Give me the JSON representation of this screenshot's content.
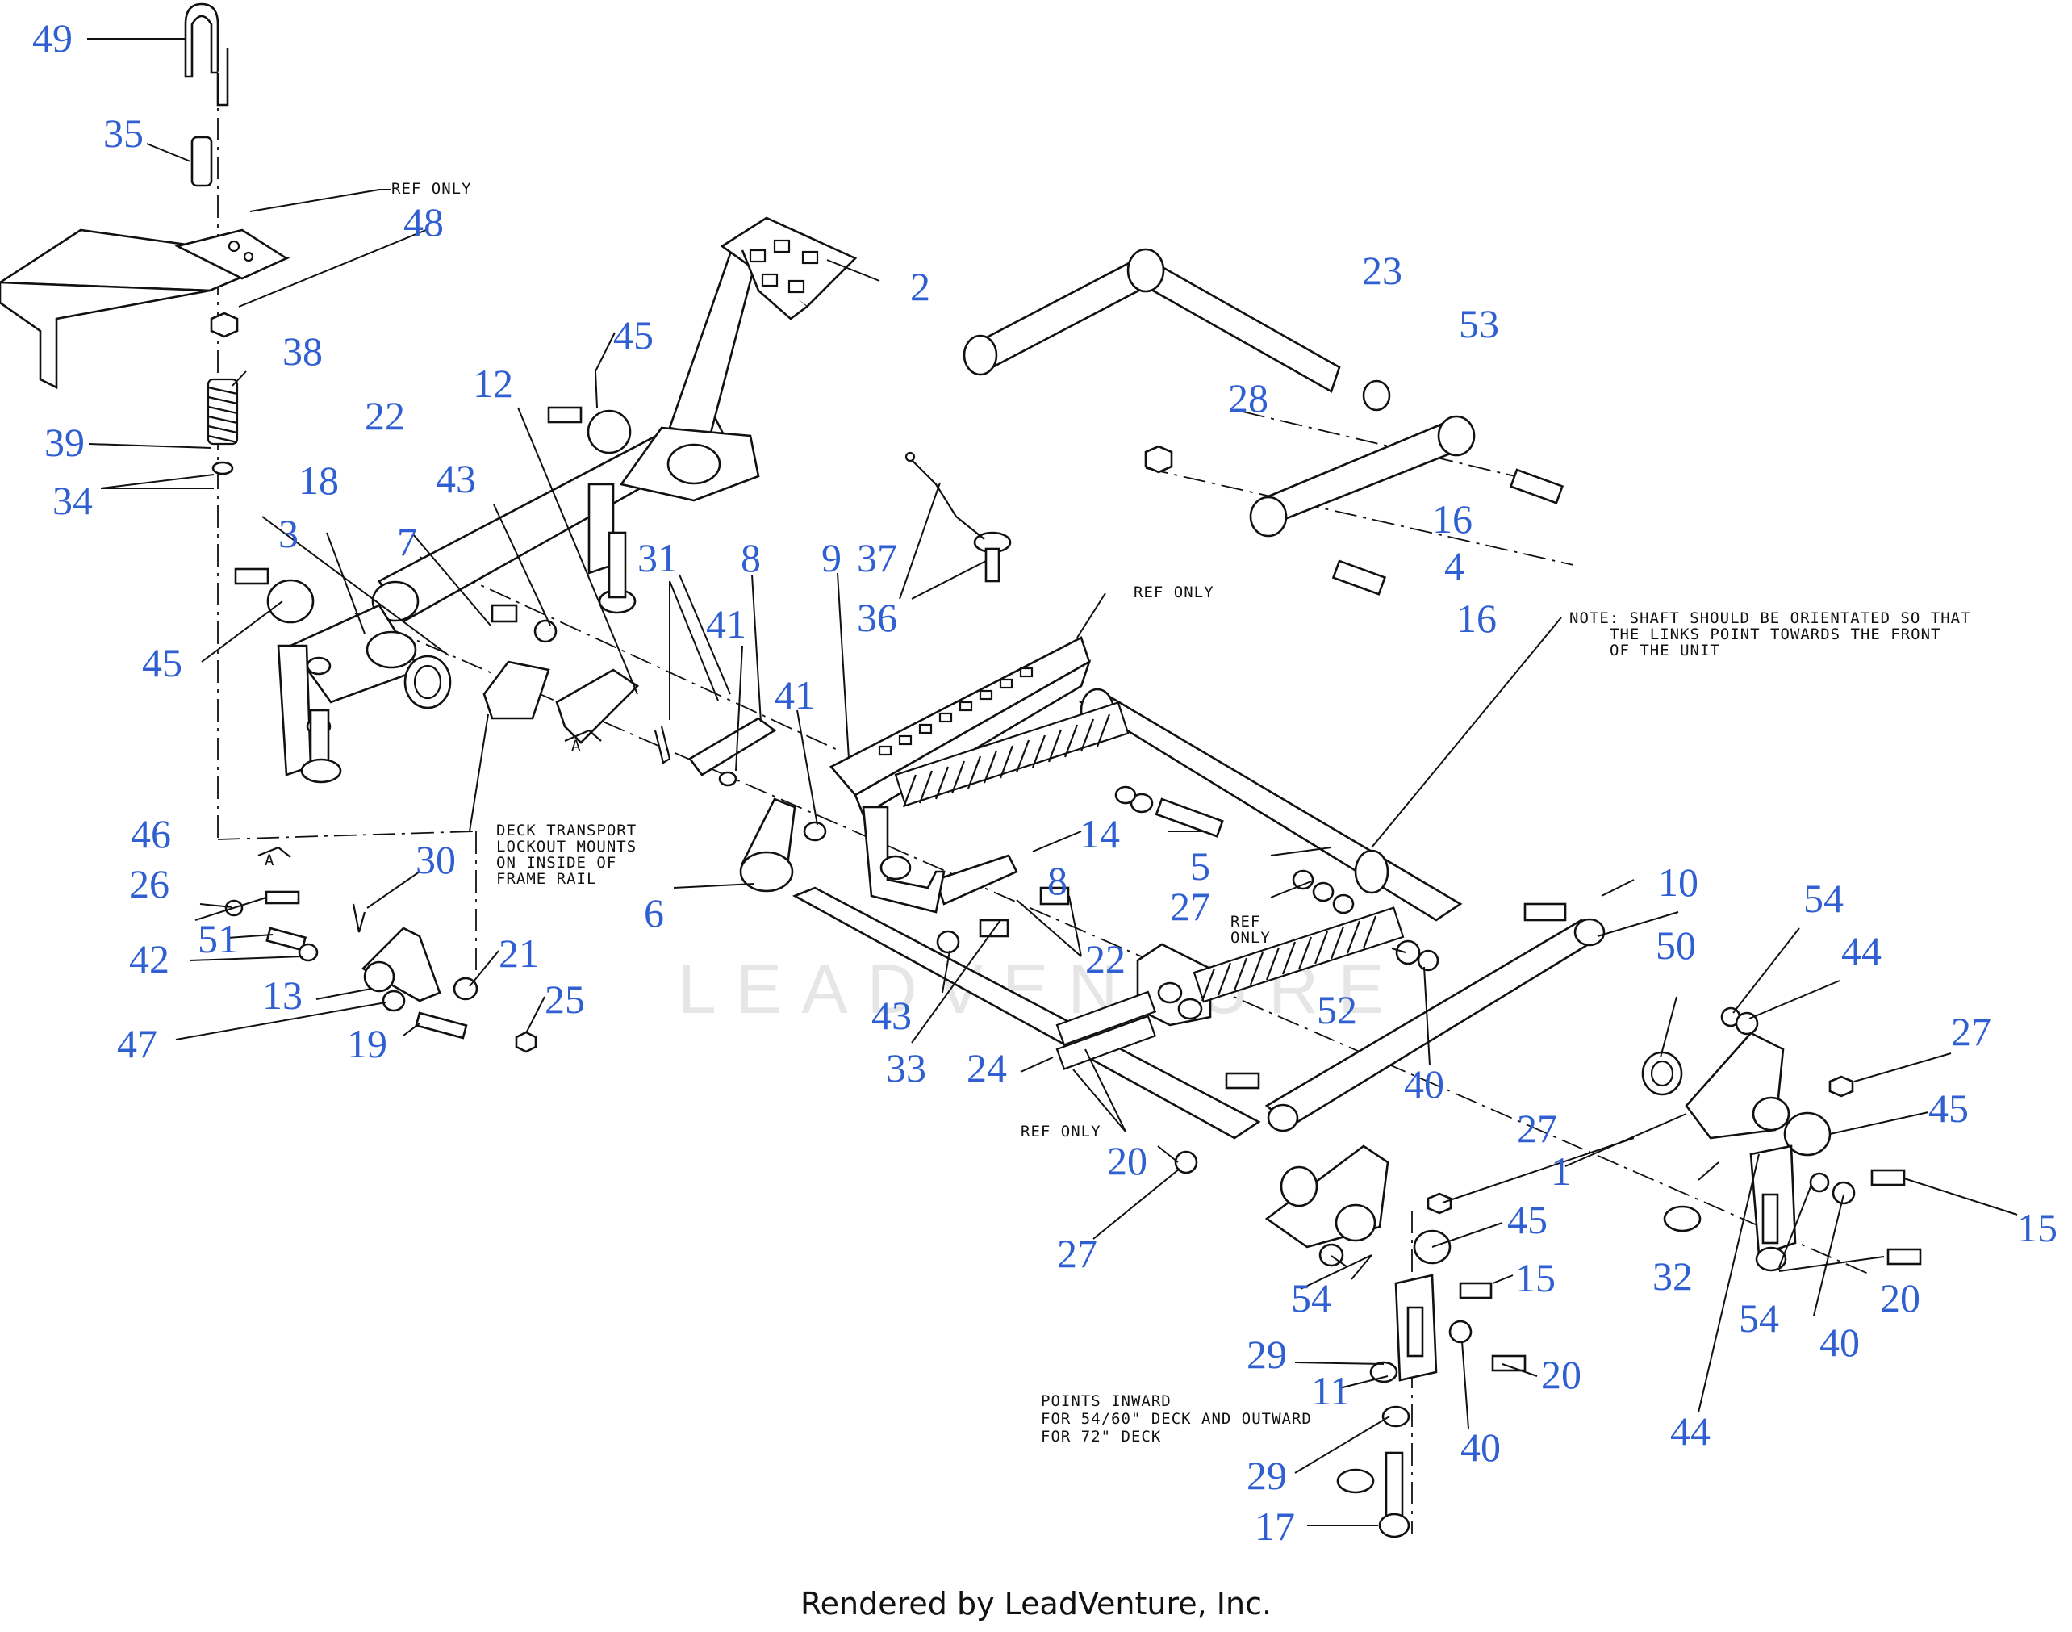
{
  "diagram": {
    "watermark": "LEADVENTURE",
    "part_labels": [
      "1",
      "2",
      "3",
      "4",
      "5",
      "6",
      "7",
      "8",
      "9",
      "10",
      "11",
      "12",
      "13",
      "14",
      "15",
      "16",
      "17",
      "18",
      "19",
      "20",
      "21",
      "22",
      "23",
      "24",
      "25",
      "26",
      "27",
      "28",
      "29",
      "30",
      "31",
      "32",
      "33",
      "34",
      "35",
      "36",
      "37",
      "38",
      "39",
      "40",
      "41",
      "42",
      "43",
      "44",
      "45",
      "46",
      "47",
      "48",
      "49",
      "50",
      "51",
      "52",
      "53",
      "54"
    ],
    "notes": {
      "ref_only_top": "REF ONLY",
      "ref_only_center": "REF ONLY",
      "ref_only_spring_1": "REF",
      "ref_only_spring_2": "ONLY",
      "ref_only_bottom": "REF ONLY",
      "shaft_note_1": "NOTE: SHAFT SHOULD BE ORIENTATED SO THAT",
      "shaft_note_2": "THE LINKS POINT TOWARDS THE FRONT",
      "shaft_note_3": "OF THE UNIT",
      "lockout_1": "DECK TRANSPORT",
      "lockout_2": "LOCKOUT MOUNTS",
      "lockout_3": "ON INSIDE OF",
      "lockout_4": "FRAME RAIL",
      "points_1": "POINTS INWARD",
      "points_2": "FOR 54/60\" DECK AND OUTWARD",
      "points_3": "FOR 72\" DECK",
      "detail_a": "A"
    }
  },
  "footer": "Rendered by LeadVenture, Inc."
}
